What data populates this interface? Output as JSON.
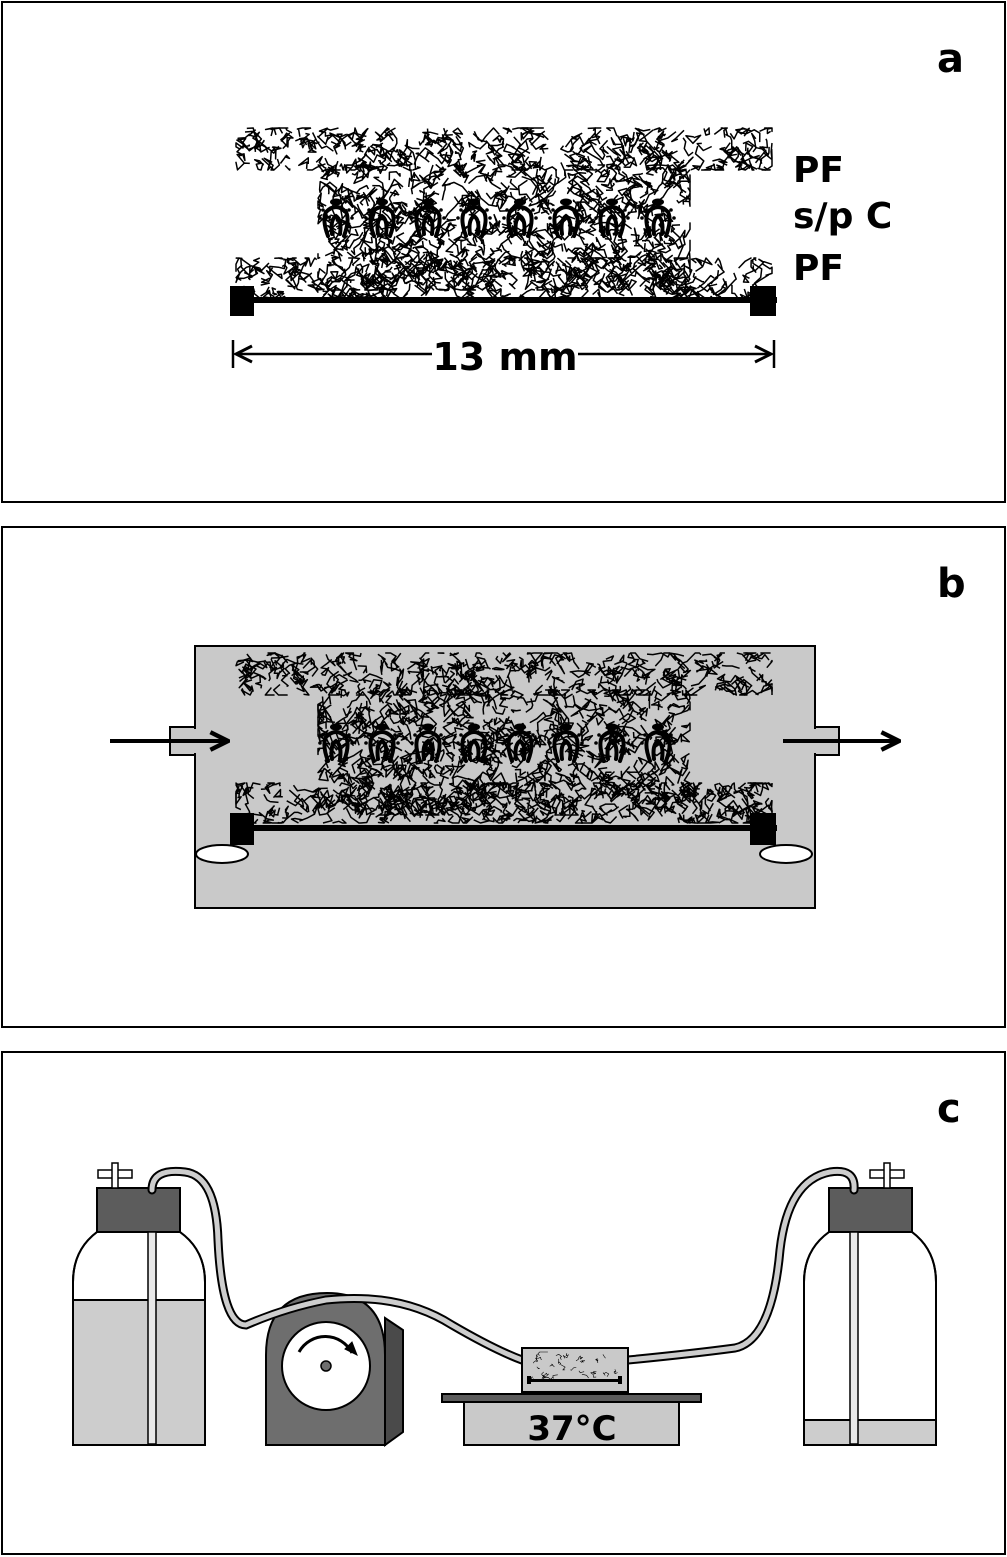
{
  "panels": [
    {
      "letter": "a",
      "layer_labels": [
        "PF",
        "s/p C",
        "PF"
      ],
      "dimension_label": "13 mm"
    },
    {
      "letter": "b"
    },
    {
      "letter": "c",
      "temperature_label": "37°C"
    }
  ],
  "colors": {
    "chamber_fill": "#c9c9c9",
    "cap_fill": "#5c5c5c",
    "pump_fill": "#6e6e6e",
    "liquid_fill": "#cdcdcd",
    "outline": "#000000"
  }
}
